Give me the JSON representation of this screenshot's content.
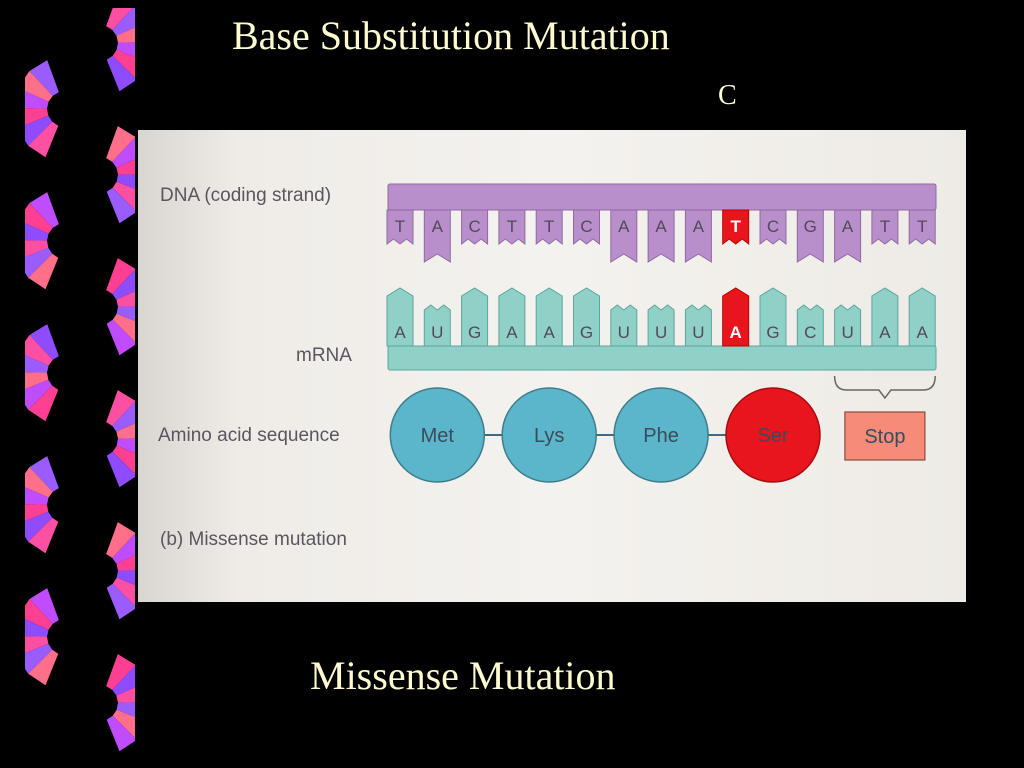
{
  "slide": {
    "title": "Base Substitution Mutation",
    "corner_letter": "C",
    "caption": "Missense Mutation"
  },
  "figure": {
    "dna_label": "DNA (coding strand)",
    "mrna_label": "mRNA",
    "amino_label": "Amino acid sequence",
    "panel_label": "(b) Missense mutation",
    "dna_bases": [
      "T",
      "A",
      "C",
      "T",
      "T",
      "C",
      "A",
      "A",
      "A",
      "T",
      "C",
      "G",
      "A",
      "T",
      "T"
    ],
    "mrna_bases": [
      "A",
      "U",
      "G",
      "A",
      "A",
      "G",
      "U",
      "U",
      "U",
      "A",
      "G",
      "C",
      "U",
      "A",
      "A"
    ],
    "mutated_index": 9,
    "amino_acids": [
      "Met",
      "Lys",
      "Phe",
      "Ser"
    ],
    "stop_label": "Stop",
    "colors": {
      "dna": "#b98fcb",
      "mrna": "#8fd0c7",
      "amino": "#5cb6cb",
      "mutation": "#e8151d",
      "stop": "#f58b78"
    }
  }
}
